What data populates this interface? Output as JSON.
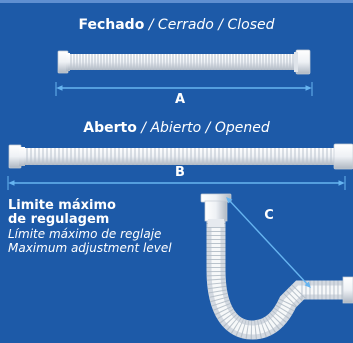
{
  "colors": {
    "background": "#1d5aa8",
    "pipe": "#f1f3f6",
    "pipe_shadow": "#c4cbd4",
    "dimension_line": "#66b4f0"
  },
  "closed": {
    "title_bold": "Fechado",
    "title_rest": " / Cerrado / Closed",
    "dimension_label": "A"
  },
  "opened": {
    "title_bold": "Aberto",
    "title_rest": " / Abierto / Opened",
    "dimension_label": "B"
  },
  "max_adjustment": {
    "line1": "Limite máximo",
    "line2": "de regulagem",
    "line3": "Límite máximo de reglaje",
    "line4": "Maximum adjustment level",
    "dimension_label": "C"
  }
}
